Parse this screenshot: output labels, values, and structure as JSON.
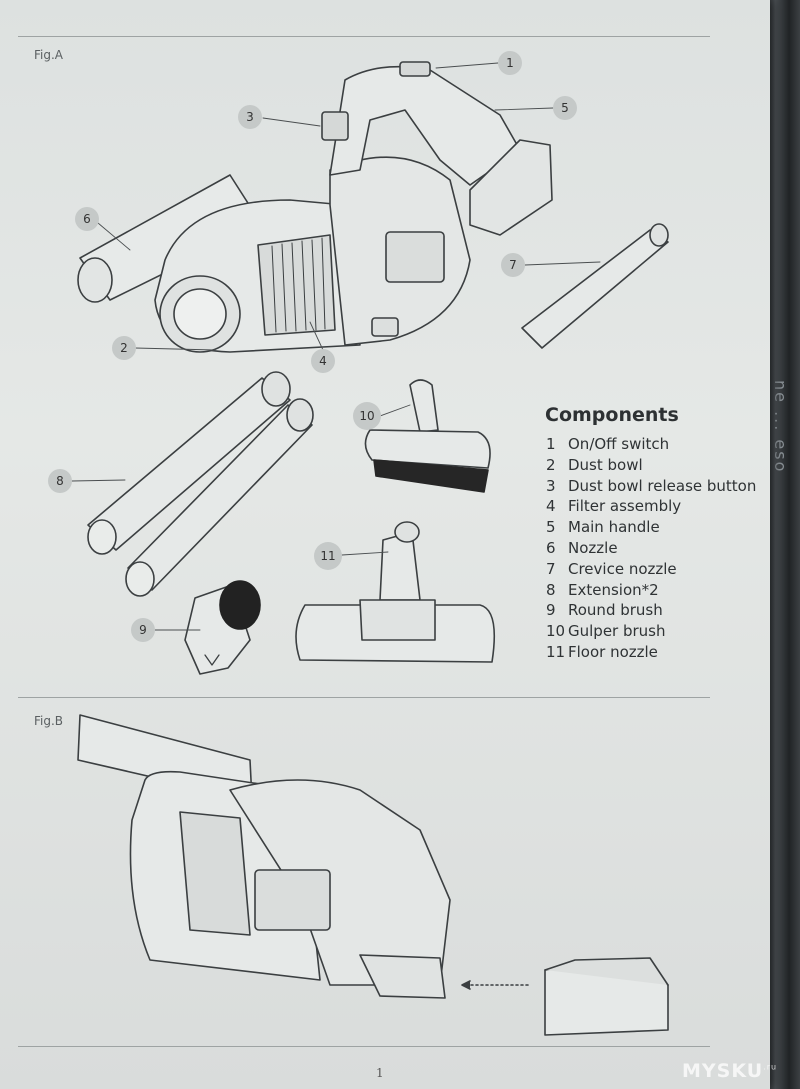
{
  "fig_a_label": "Fig.A",
  "fig_b_label": "Fig.B",
  "components_title": "Components",
  "components": [
    {
      "num": "1",
      "label": "On/Off switch"
    },
    {
      "num": "2",
      "label": "Dust bowl"
    },
    {
      "num": "3",
      "label": "Dust bowl release button"
    },
    {
      "num": "4",
      "label": "Filter assembly"
    },
    {
      "num": "5",
      "label": "Main handle"
    },
    {
      "num": "6",
      "label": "Nozzle"
    },
    {
      "num": "7",
      "label": "Crevice nozzle"
    },
    {
      "num": "8",
      "label": "Extension*2"
    },
    {
      "num": "9",
      "label": "Round brush"
    },
    {
      "num": "10",
      "label": "Gulper brush"
    },
    {
      "num": "11",
      "label": "Floor nozzle"
    }
  ],
  "callouts": [
    "1",
    "2",
    "3",
    "4",
    "5",
    "6",
    "7",
    "8",
    "9",
    "10",
    "11"
  ],
  "page_number": "1",
  "watermark": "MYSKU",
  "watermark_suffix": ".ru",
  "plastic_text": "ne ... eso"
}
